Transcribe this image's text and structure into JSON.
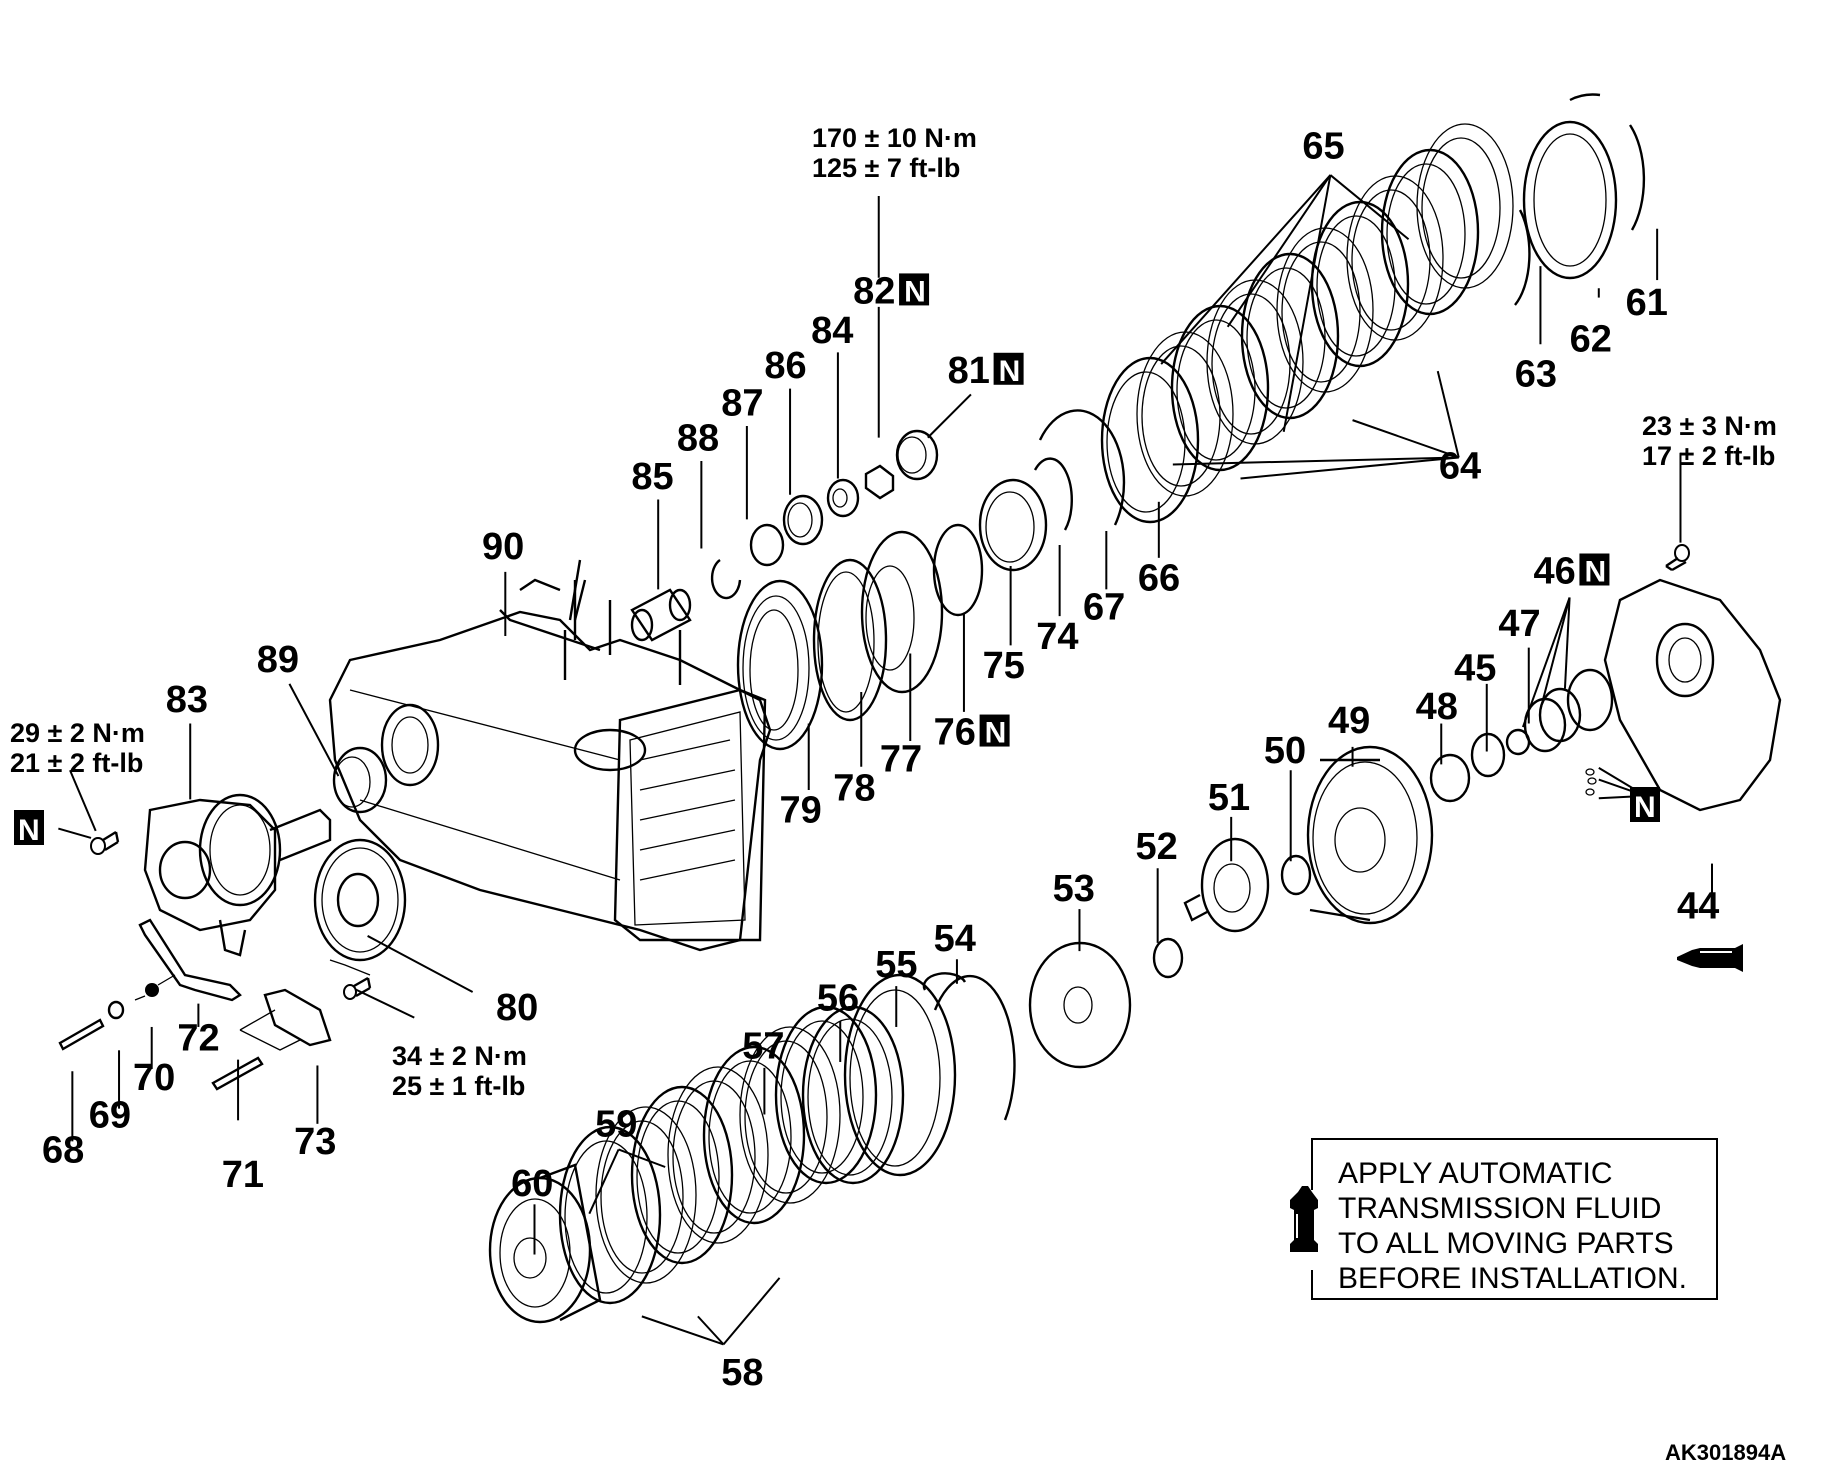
{
  "diagram": {
    "title": "Automatic transmission exploded view",
    "figure_code": "AK301894A",
    "new_part_marker": "N",
    "callouts": [
      {
        "id": "44",
        "label": "44"
      },
      {
        "id": "45",
        "label": "45"
      },
      {
        "id": "46",
        "label": "46",
        "new_part": true
      },
      {
        "id": "47",
        "label": "47"
      },
      {
        "id": "48",
        "label": "48"
      },
      {
        "id": "49",
        "label": "49"
      },
      {
        "id": "50",
        "label": "50"
      },
      {
        "id": "51",
        "label": "51"
      },
      {
        "id": "52",
        "label": "52"
      },
      {
        "id": "53",
        "label": "53"
      },
      {
        "id": "54",
        "label": "54"
      },
      {
        "id": "55",
        "label": "55"
      },
      {
        "id": "56",
        "label": "56"
      },
      {
        "id": "57",
        "label": "57"
      },
      {
        "id": "58",
        "label": "58"
      },
      {
        "id": "59",
        "label": "59"
      },
      {
        "id": "60",
        "label": "60"
      },
      {
        "id": "61",
        "label": "61"
      },
      {
        "id": "62",
        "label": "62"
      },
      {
        "id": "63",
        "label": "63"
      },
      {
        "id": "64",
        "label": "64"
      },
      {
        "id": "65",
        "label": "65"
      },
      {
        "id": "66",
        "label": "66"
      },
      {
        "id": "67",
        "label": "67"
      },
      {
        "id": "68",
        "label": "68"
      },
      {
        "id": "69",
        "label": "69"
      },
      {
        "id": "70",
        "label": "70"
      },
      {
        "id": "71",
        "label": "71"
      },
      {
        "id": "72",
        "label": "72"
      },
      {
        "id": "73",
        "label": "73"
      },
      {
        "id": "74",
        "label": "74"
      },
      {
        "id": "75",
        "label": "75"
      },
      {
        "id": "76",
        "label": "76",
        "new_part": true
      },
      {
        "id": "77",
        "label": "77"
      },
      {
        "id": "78",
        "label": "78"
      },
      {
        "id": "79",
        "label": "79"
      },
      {
        "id": "80",
        "label": "80"
      },
      {
        "id": "81",
        "label": "81",
        "new_part": true
      },
      {
        "id": "82",
        "label": "82",
        "new_part": true
      },
      {
        "id": "83",
        "label": "83"
      },
      {
        "id": "84",
        "label": "84"
      },
      {
        "id": "85",
        "label": "85"
      },
      {
        "id": "86",
        "label": "86"
      },
      {
        "id": "87",
        "label": "87"
      },
      {
        "id": "88",
        "label": "88"
      },
      {
        "id": "89",
        "label": "89"
      },
      {
        "id": "90",
        "label": "90"
      }
    ],
    "torque_specs": [
      {
        "part": "82",
        "metric": "170 ± 10 N·m",
        "imperial": "125 ± 7 ft-lb"
      },
      {
        "part": "83-bolt",
        "metric": "29 ± 2 N·m",
        "imperial": "21 ± 2 ft-lb"
      },
      {
        "part": "44-bolt",
        "metric": "23 ± 3 N·m",
        "imperial": "17 ± 2 ft-lb"
      },
      {
        "part": "80-bolt",
        "metric": "34 ± 2 N·m",
        "imperial": "25 ± 1 ft-lb"
      }
    ],
    "note": {
      "icon": "atf-bottle-icon",
      "lines": [
        "APPLY AUTOMATIC",
        "TRANSMISSION FLUID",
        "TO ALL MOVING PARTS",
        "BEFORE INSTALLATION."
      ]
    },
    "sealant_icon": "sealant-tube-icon"
  }
}
